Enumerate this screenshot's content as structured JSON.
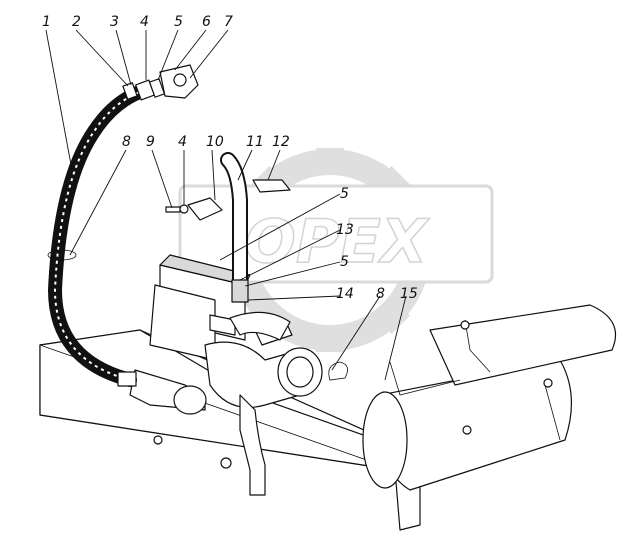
{
  "callouts": [
    {
      "id": "c1",
      "text": "1"
    },
    {
      "id": "c2",
      "text": "2"
    },
    {
      "id": "c3",
      "text": "3"
    },
    {
      "id": "c4a",
      "text": "4"
    },
    {
      "id": "c5a",
      "text": "5"
    },
    {
      "id": "c6",
      "text": "6"
    },
    {
      "id": "c7",
      "text": "7"
    },
    {
      "id": "c8a",
      "text": "8"
    },
    {
      "id": "c9",
      "text": "9"
    },
    {
      "id": "c4b",
      "text": "4"
    },
    {
      "id": "c10",
      "text": "10"
    },
    {
      "id": "c11",
      "text": "11"
    },
    {
      "id": "c12",
      "text": "12"
    },
    {
      "id": "c5b",
      "text": "5"
    },
    {
      "id": "c13",
      "text": "13"
    },
    {
      "id": "c5c",
      "text": "5"
    },
    {
      "id": "c14",
      "text": "14"
    },
    {
      "id": "c8b",
      "text": "8"
    },
    {
      "id": "c15",
      "text": "15"
    }
  ],
  "watermark": {
    "text": "OPEX"
  }
}
